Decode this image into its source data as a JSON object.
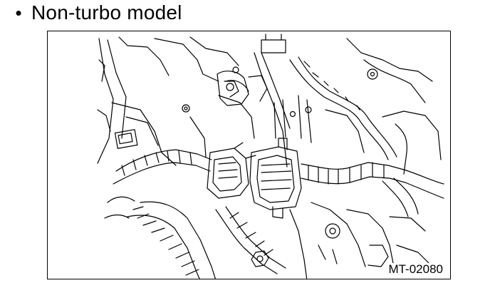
{
  "bullet": {
    "symbol": "•",
    "text": "Non-turbo model"
  },
  "figure": {
    "code": "MT-02080",
    "description_icon": "engine-harness-connector-illustration"
  }
}
